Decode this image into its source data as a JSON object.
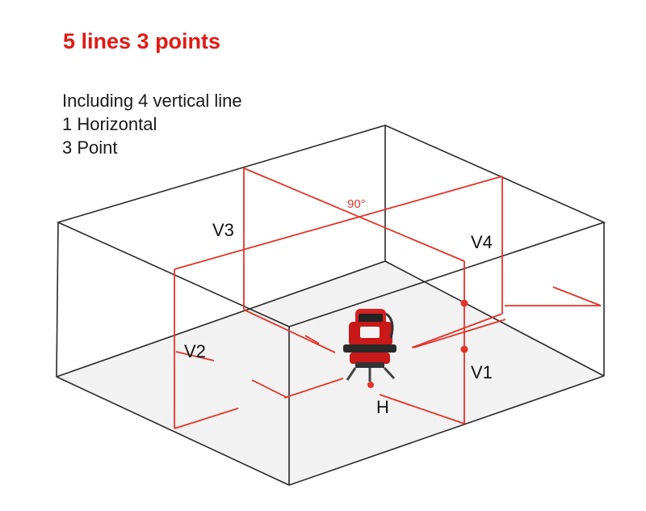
{
  "title": "5 lines 3 points",
  "description": [
    "Including 4 vertical line",
    "1 Horizontal",
    "3 Point"
  ],
  "labels": {
    "v1": "V1",
    "v2": "V2",
    "v3": "V3",
    "v4": "V4",
    "h": "H",
    "angle": "90°"
  },
  "colors": {
    "title": "#e01b14",
    "laser": "#e3342a",
    "box": "#2a2a2a",
    "device_body": "#d61f1f"
  }
}
